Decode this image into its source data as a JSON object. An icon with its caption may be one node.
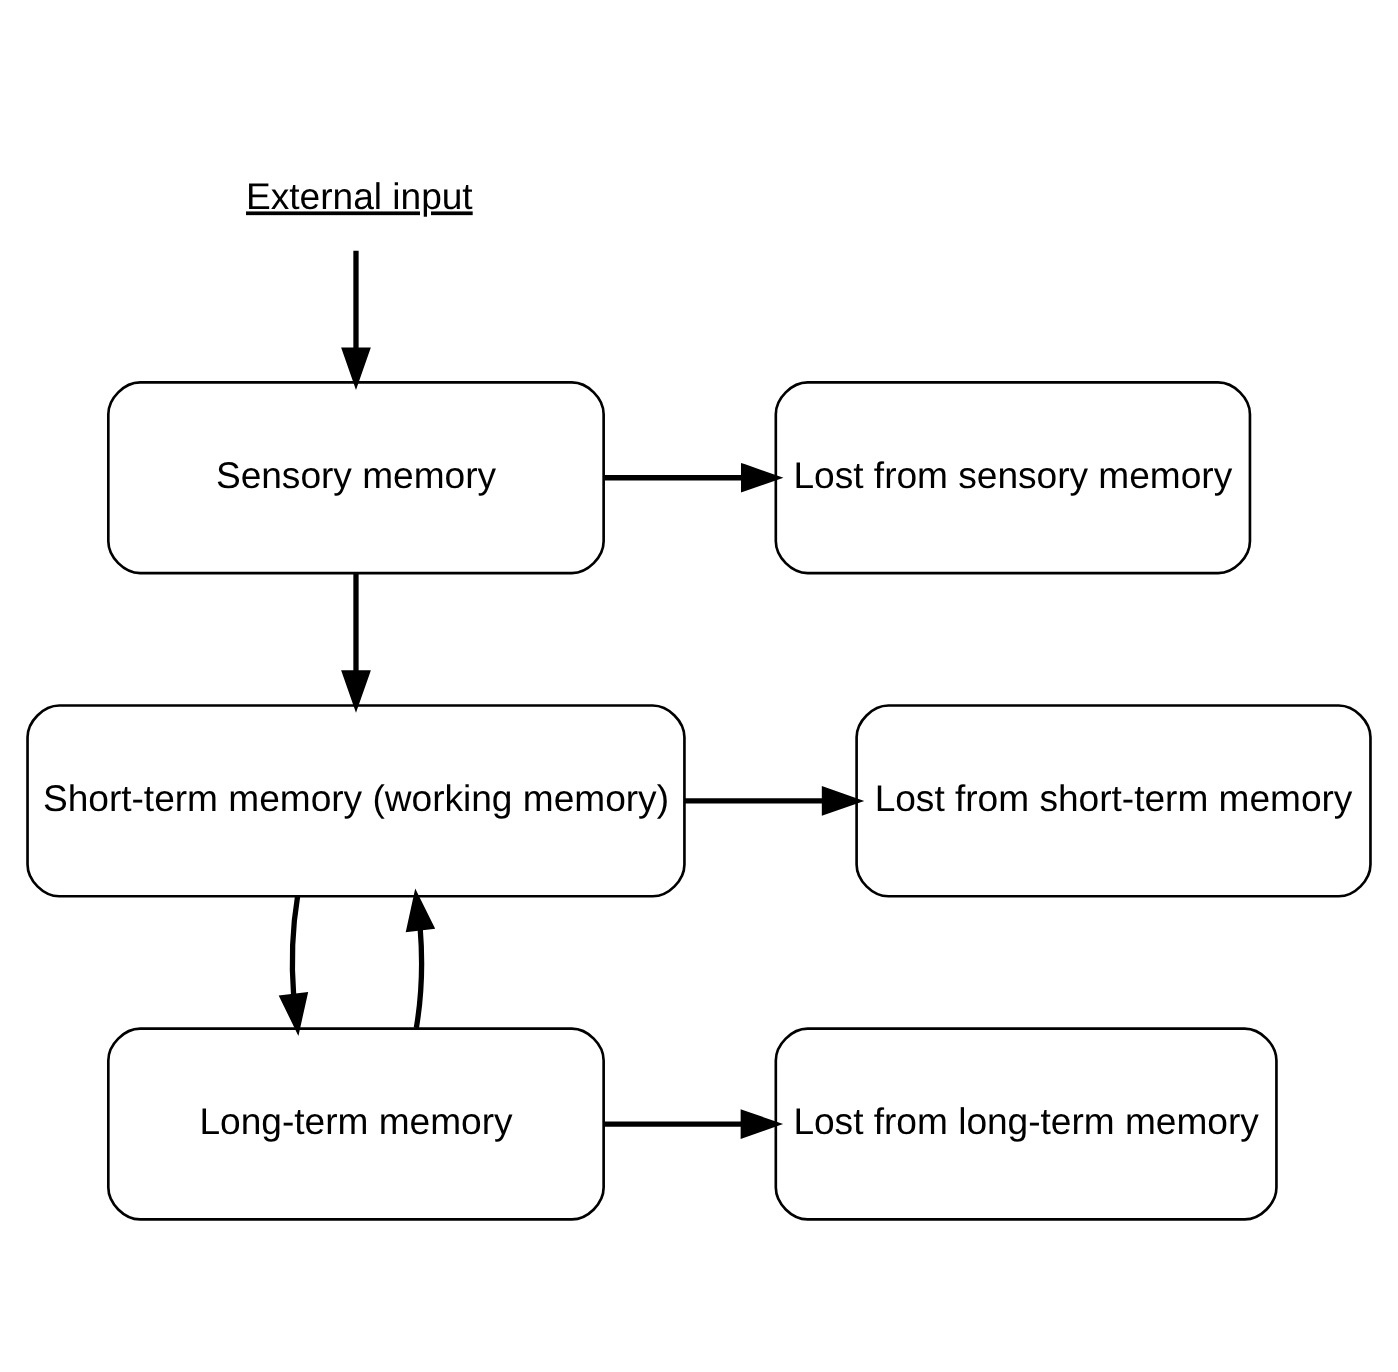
{
  "diagram": {
    "nodes": [
      {
        "text": [
          "External input"
        ]
      },
      {
        "text": [
          "Sensory memory"
        ]
      },
      {
        "text": [
          "Lost from sensory memory"
        ]
      },
      {
        "text": [
          "Short-term memory (working memory)"
        ]
      },
      {
        "text": [
          "Lost from short-term memory"
        ]
      },
      {
        "text": [
          "Long-term memory"
        ]
      },
      {
        "text": [
          "Lost from long-term memory"
        ]
      }
    ],
    "edges": [
      {
        "from": 0,
        "to": 1,
        "arrow": "to"
      },
      {
        "from": 1,
        "to": 2,
        "arrow": "to"
      },
      {
        "from": 1,
        "to": 3,
        "arrow": "to"
      },
      {
        "from": 3,
        "to": 4,
        "arrow": "to"
      },
      {
        "from": 3,
        "to": 5,
        "arrow": "to"
      },
      {
        "from": 5,
        "to": 3,
        "arrow": "to"
      },
      {
        "from": 5,
        "to": 6,
        "arrow": "to"
      }
    ]
  }
}
